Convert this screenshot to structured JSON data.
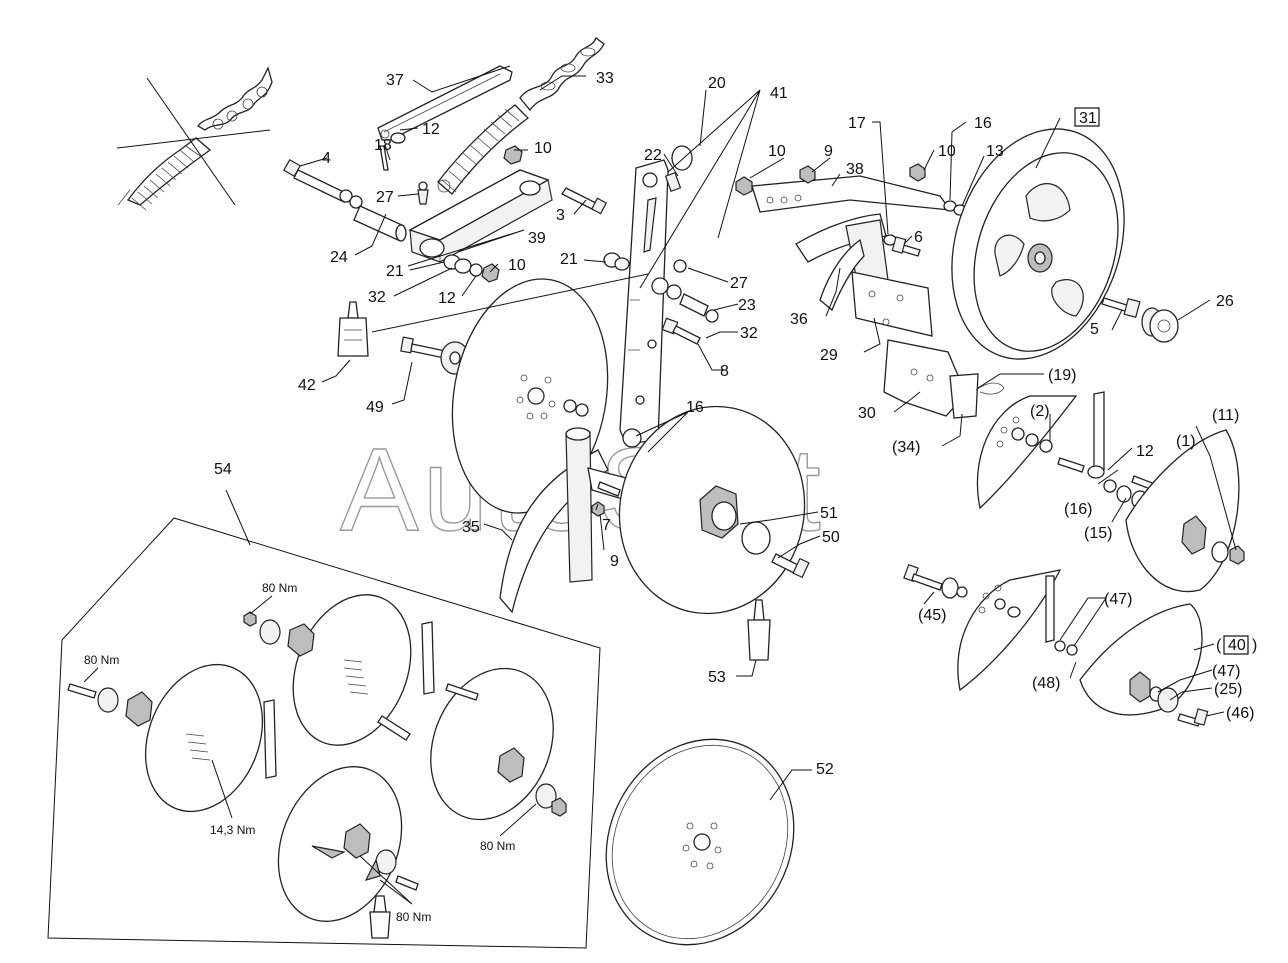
{
  "watermark": "AutoSoft",
  "callouts": [
    {
      "id": "c37",
      "text": "37"
    },
    {
      "id": "c33",
      "text": "33"
    },
    {
      "id": "c12a",
      "text": "12"
    },
    {
      "id": "c18",
      "text": "18"
    },
    {
      "id": "c4",
      "text": "4"
    },
    {
      "id": "c10a",
      "text": "10"
    },
    {
      "id": "c27a",
      "text": "27"
    },
    {
      "id": "c3",
      "text": "3"
    },
    {
      "id": "c24",
      "text": "24"
    },
    {
      "id": "c39",
      "text": "39"
    },
    {
      "id": "c21a",
      "text": "21"
    },
    {
      "id": "c32a",
      "text": "32"
    },
    {
      "id": "c12b",
      "text": "12"
    },
    {
      "id": "c10b",
      "text": "10"
    },
    {
      "id": "c42",
      "text": "42"
    },
    {
      "id": "c49",
      "text": "49"
    },
    {
      "id": "c20",
      "text": "20"
    },
    {
      "id": "c41",
      "text": "41"
    },
    {
      "id": "c22",
      "text": "22"
    },
    {
      "id": "c21b",
      "text": "21"
    },
    {
      "id": "c27b",
      "text": "27"
    },
    {
      "id": "c23",
      "text": "23"
    },
    {
      "id": "c32b",
      "text": "32"
    },
    {
      "id": "c8",
      "text": "8"
    },
    {
      "id": "c16a",
      "text": "16"
    },
    {
      "id": "c7",
      "text": "7"
    },
    {
      "id": "c9a",
      "text": "9"
    },
    {
      "id": "c35",
      "text": "35"
    },
    {
      "id": "c51",
      "text": "51"
    },
    {
      "id": "c50",
      "text": "50"
    },
    {
      "id": "c53",
      "text": "53"
    },
    {
      "id": "c52",
      "text": "52"
    },
    {
      "id": "c54",
      "text": "54"
    },
    {
      "id": "c10c",
      "text": "10"
    },
    {
      "id": "c9b",
      "text": "9"
    },
    {
      "id": "c38",
      "text": "38"
    },
    {
      "id": "c17",
      "text": "17"
    },
    {
      "id": "c10d",
      "text": "10"
    },
    {
      "id": "c16b",
      "text": "16"
    },
    {
      "id": "c13",
      "text": "13"
    },
    {
      "id": "c31",
      "text": "31"
    },
    {
      "id": "c6",
      "text": "6"
    },
    {
      "id": "c36",
      "text": "36"
    },
    {
      "id": "c29",
      "text": "29"
    },
    {
      "id": "c5",
      "text": "5"
    },
    {
      "id": "c26",
      "text": "26"
    },
    {
      "id": "c19",
      "text": "(19)"
    },
    {
      "id": "c30",
      "text": "30"
    },
    {
      "id": "c34",
      "text": "(34)"
    },
    {
      "id": "c2",
      "text": "(2)"
    },
    {
      "id": "c12c",
      "text": "12"
    },
    {
      "id": "c1",
      "text": "(1)"
    },
    {
      "id": "c11",
      "text": "(11)"
    },
    {
      "id": "c16c",
      "text": "(16)"
    },
    {
      "id": "c15",
      "text": "(15)"
    },
    {
      "id": "c45",
      "text": "(45)"
    },
    {
      "id": "c47a",
      "text": "(47)"
    },
    {
      "id": "c40",
      "text": "40"
    },
    {
      "id": "c47b",
      "text": "(47)"
    },
    {
      "id": "c48",
      "text": "(48)"
    },
    {
      "id": "c25",
      "text": "(25)"
    },
    {
      "id": "c46",
      "text": "(46)"
    }
  ],
  "torque_labels": [
    {
      "id": "t1",
      "text": "80 Nm"
    },
    {
      "id": "t2",
      "text": "80 Nm"
    },
    {
      "id": "t3",
      "text": "14,3 Nm"
    },
    {
      "id": "t4",
      "text": "80 Nm"
    },
    {
      "id": "t5",
      "text": "80 Nm"
    }
  ]
}
